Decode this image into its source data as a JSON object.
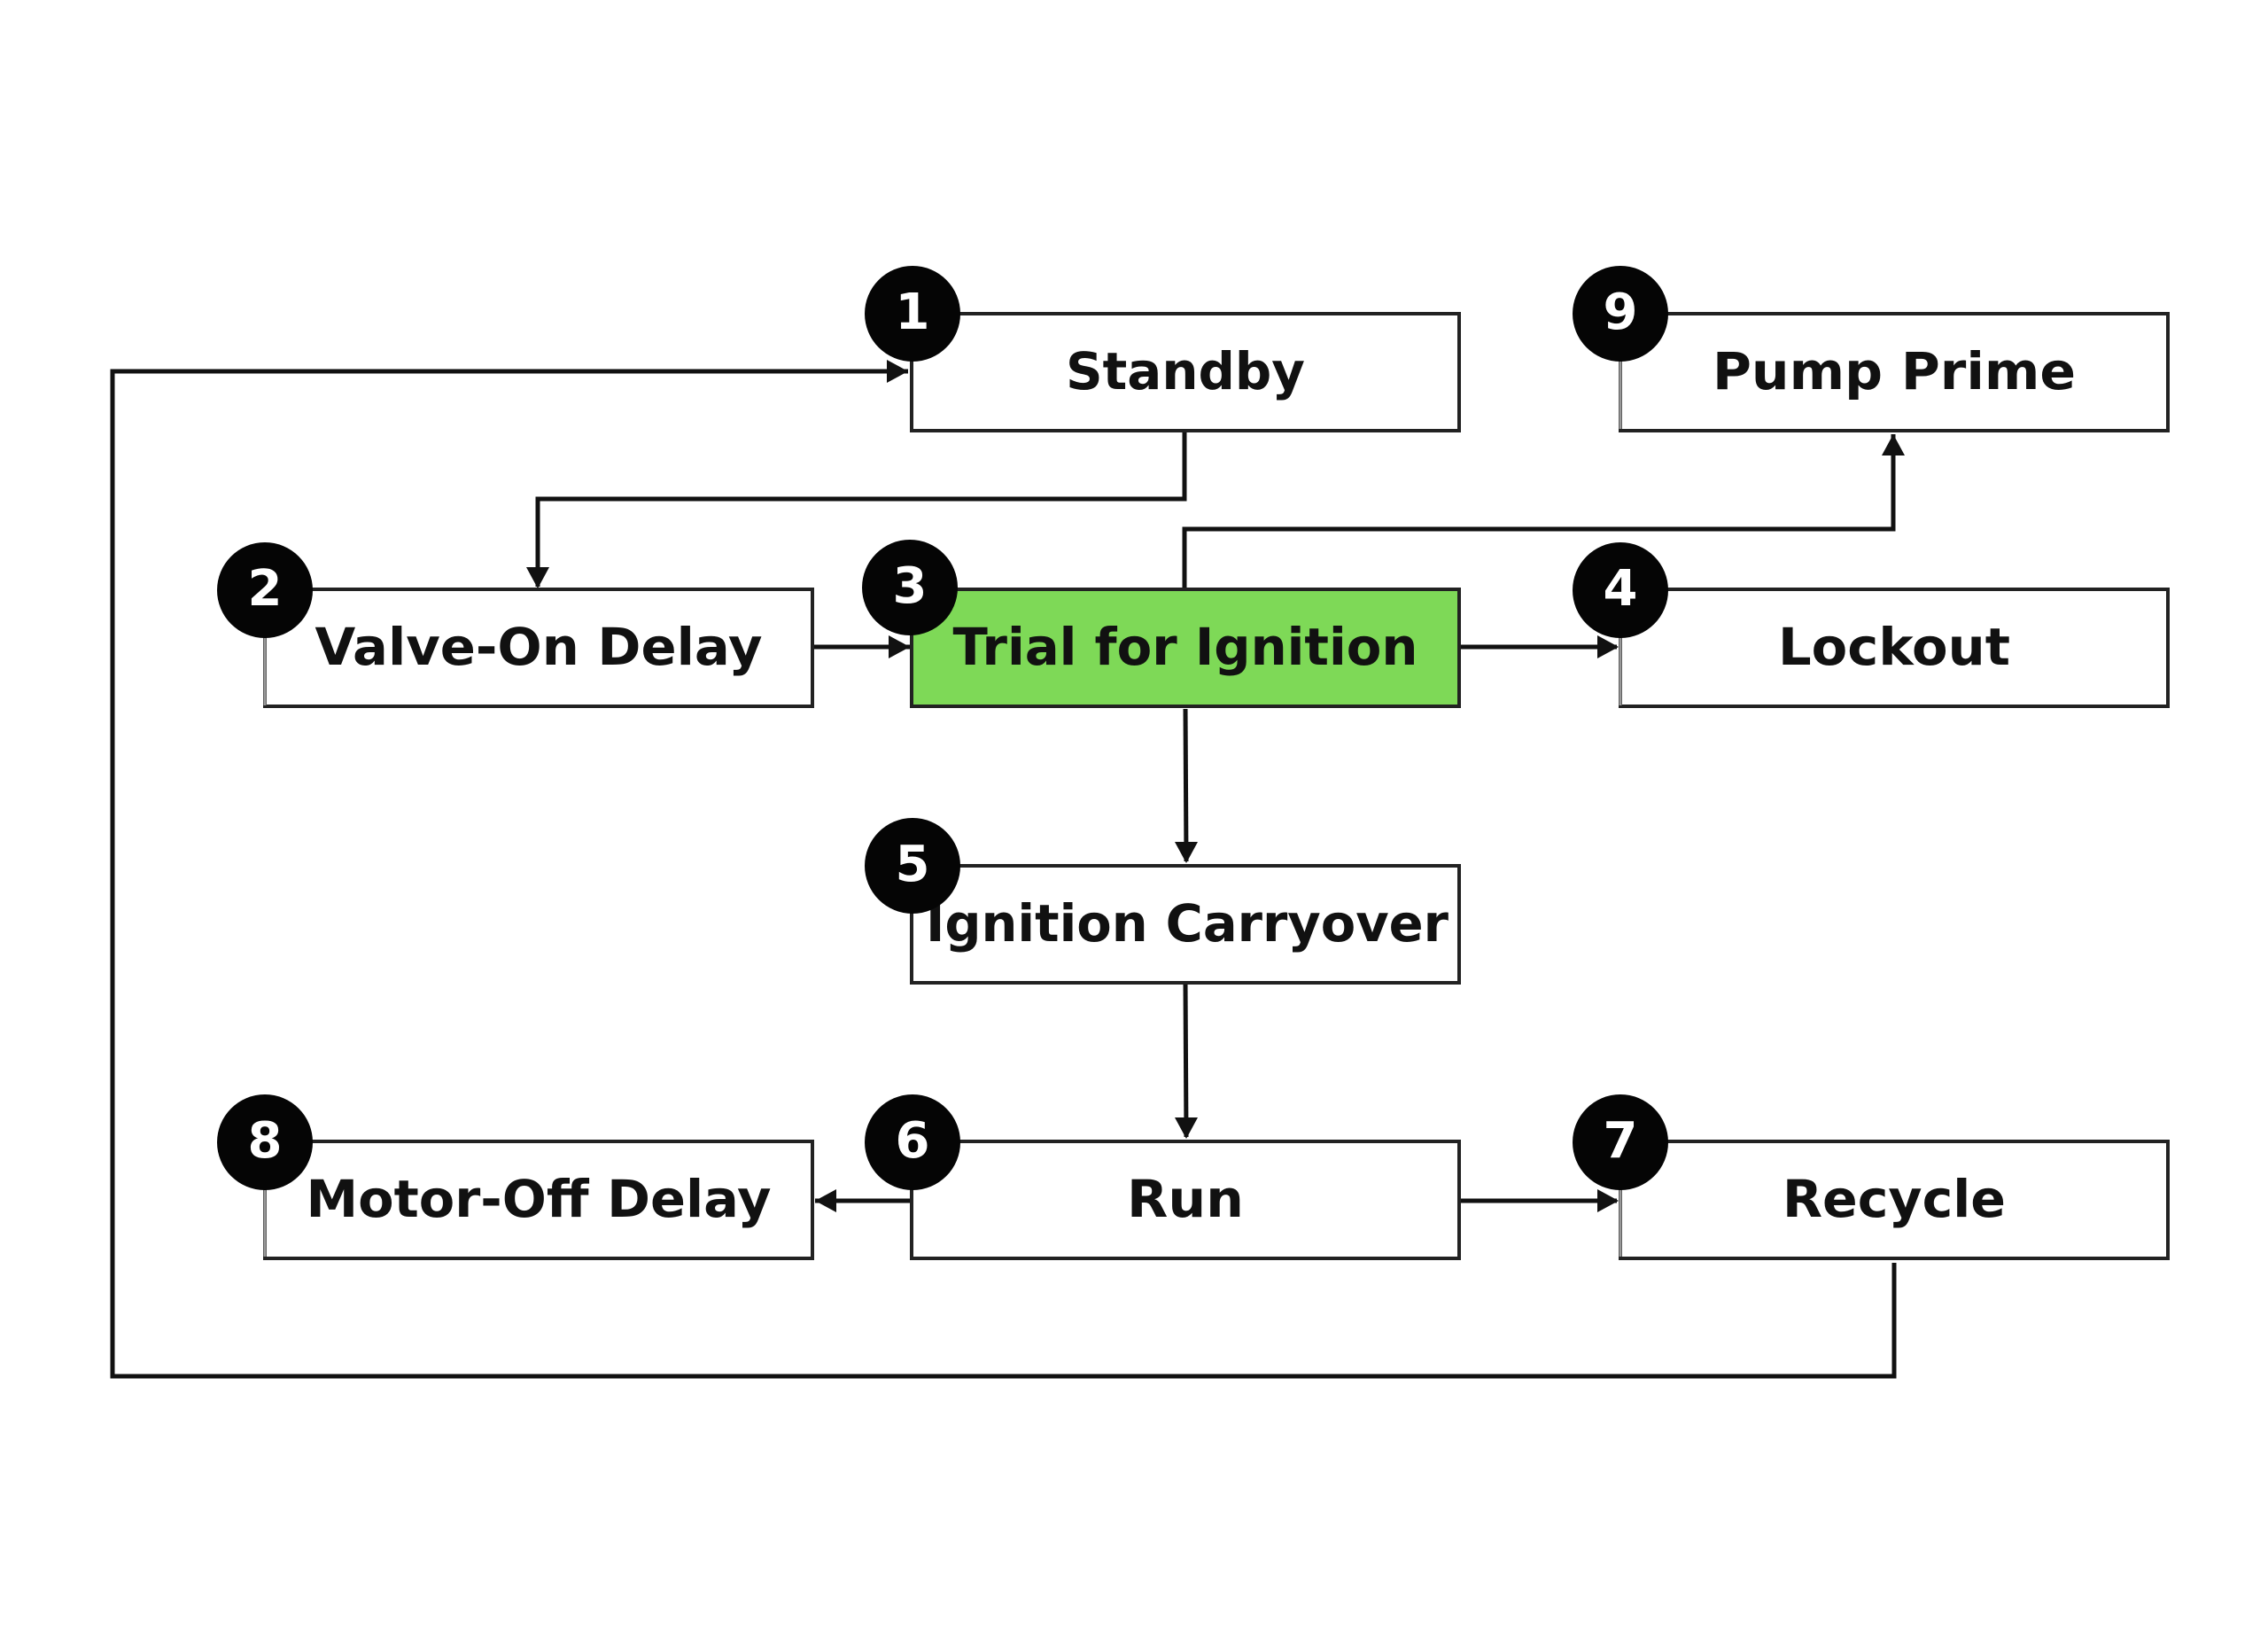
{
  "diagram": {
    "type": "state-flow",
    "colors": {
      "box_fill": "#ffffff",
      "box_stroke": "#222222",
      "highlight_fill": "#7ed957",
      "badge_fill": "#050505",
      "badge_text": "#ffffff",
      "line": "#111111"
    },
    "states": [
      {
        "id": "standby",
        "number": "1",
        "label": "Standby",
        "highlighted": false
      },
      {
        "id": "valve-on-delay",
        "number": "2",
        "label": "Valve-On Delay",
        "highlighted": false
      },
      {
        "id": "trial-for-ignition",
        "number": "3",
        "label": "Trial for Ignition",
        "highlighted": true
      },
      {
        "id": "lockout",
        "number": "4",
        "label": "Lockout",
        "highlighted": false
      },
      {
        "id": "ignition-carryover",
        "number": "5",
        "label": "Ignition Carryover",
        "highlighted": false
      },
      {
        "id": "run",
        "number": "6",
        "label": "Run",
        "highlighted": false
      },
      {
        "id": "recycle",
        "number": "7",
        "label": "Recycle",
        "highlighted": false
      },
      {
        "id": "motor-off-delay",
        "number": "8",
        "label": "Motor-Off Delay",
        "highlighted": false
      },
      {
        "id": "pump-prime",
        "number": "9",
        "label": "Pump Prime",
        "highlighted": false
      }
    ],
    "transitions": [
      {
        "from": "standby",
        "to": "valve-on-delay"
      },
      {
        "from": "valve-on-delay",
        "to": "trial-for-ignition"
      },
      {
        "from": "trial-for-ignition",
        "to": "lockout"
      },
      {
        "from": "trial-for-ignition",
        "to": "pump-prime"
      },
      {
        "from": "trial-for-ignition",
        "to": "ignition-carryover"
      },
      {
        "from": "ignition-carryover",
        "to": "run"
      },
      {
        "from": "run",
        "to": "motor-off-delay"
      },
      {
        "from": "run",
        "to": "recycle"
      },
      {
        "from": "recycle",
        "to": "standby"
      }
    ]
  }
}
